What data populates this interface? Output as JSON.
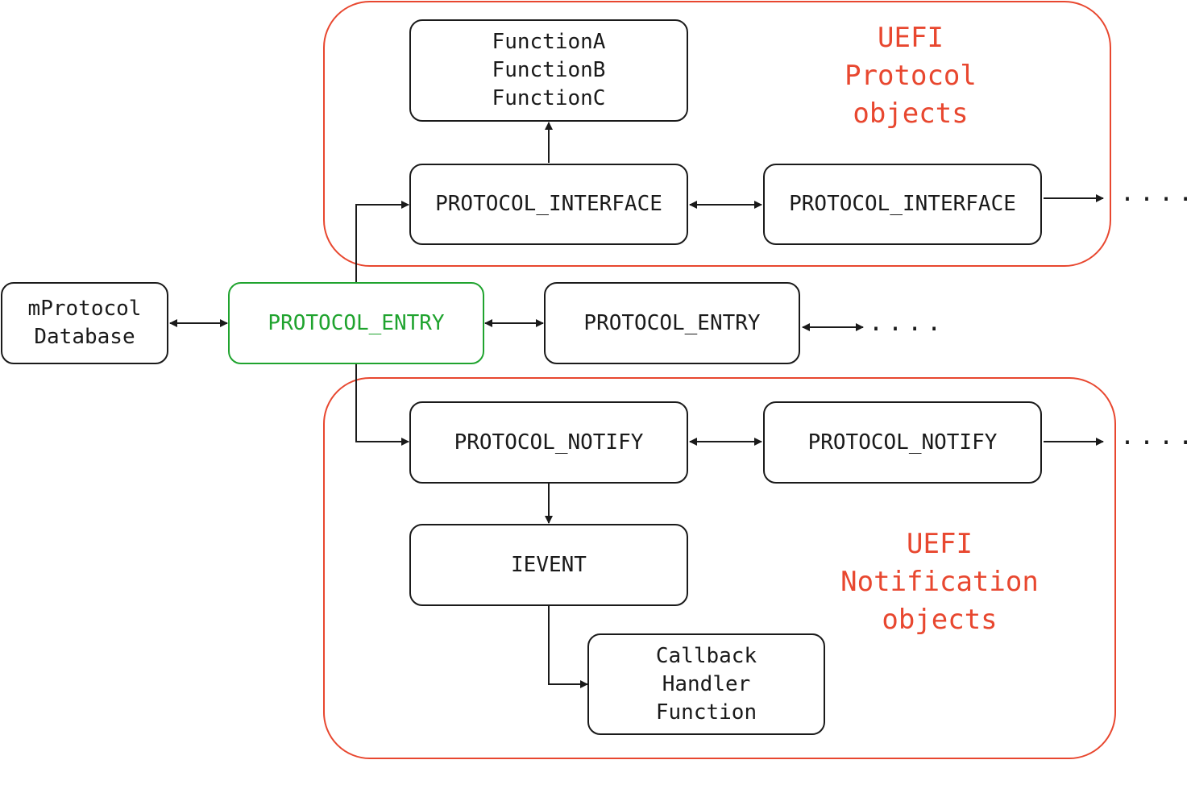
{
  "colors": {
    "group_border": "#e8472f",
    "node_border": "#1a1a1a",
    "active_entry": "#1fa32e"
  },
  "groups": {
    "protocol": {
      "label": "UEFI\nProtocol\nobjects"
    },
    "notification": {
      "label": "UEFI\nNotification\nobjects"
    }
  },
  "nodes": {
    "functions": "FunctionA\nFunctionB\nFunctionC",
    "interface_1": "PROTOCOL_INTERFACE",
    "interface_2": "PROTOCOL_INTERFACE",
    "database": "mProtocol\nDatabase",
    "entry_1": "PROTOCOL_ENTRY",
    "entry_2": "PROTOCOL_ENTRY",
    "notify_1": "PROTOCOL_NOTIFY",
    "notify_2": "PROTOCOL_NOTIFY",
    "ievent": "IEVENT",
    "callback": "Callback\nHandler\nFunction"
  },
  "continuation": "...."
}
